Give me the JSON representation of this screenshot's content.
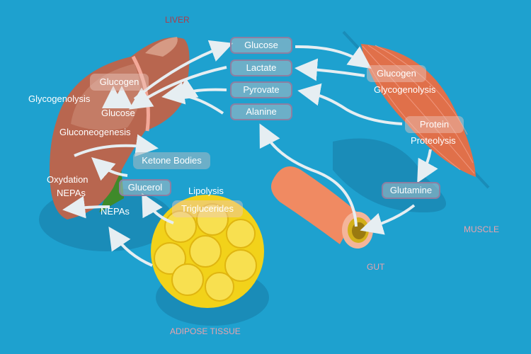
{
  "captions": {
    "liver": "LIVER",
    "muscle": "MUSCLE",
    "gut": "GUT",
    "adipose": "ADIPOSE TISSUE"
  },
  "blood": {
    "glucose": "Glucose",
    "lactate": "Lactate",
    "pyrovate": "Pyrovate",
    "alanine": "Alanine"
  },
  "liver": {
    "glucogen": "Glucogen",
    "glycogenolysis": "Glycogenolysis",
    "glucose": "Glucose",
    "gluconeogenesis": "Gluconeogenesis",
    "oxydation": "Oxydation",
    "nepas_inner": "NEPAs"
  },
  "adipose": {
    "ketone_bodies": "Ketone Bodies",
    "glucerol": "Glucerol",
    "lipolysis": "Lipolysis",
    "triglucerides": "Triglucerides",
    "nepas": "NEPAs"
  },
  "muscle": {
    "glucogen": "Glucogen",
    "glycogenolysis": "Glycogenolysis",
    "protein": "Protein",
    "proteolysis": "Proteolysis",
    "glutamine": "Glutamine"
  },
  "colors": {
    "background": "#1ea1cf",
    "liver": "#b8664f",
    "muscle": "#e0704a",
    "gut": "#f08a62",
    "adipose": "#f2d21a",
    "arrow": "#e6eef2"
  }
}
